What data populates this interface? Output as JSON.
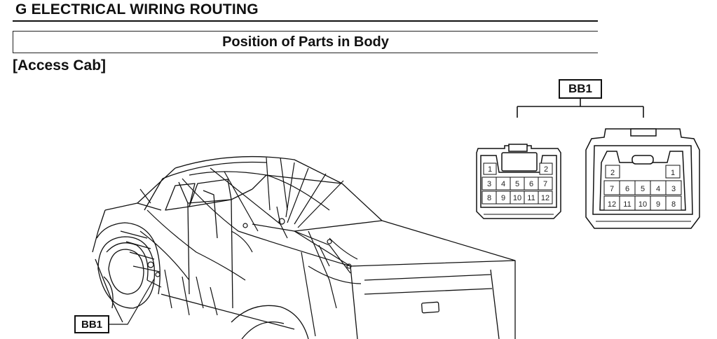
{
  "header": {
    "section_title": "G  ELECTRICAL WIRING ROUTING",
    "subtitle": "Position of Parts in Body",
    "cab_label": "[Access Cab]"
  },
  "connector": {
    "label": "BB1",
    "left_face_pins": {
      "row1": [
        "1",
        "2"
      ],
      "row2": [
        "3",
        "4",
        "5",
        "6",
        "7"
      ],
      "row3": [
        "8",
        "9",
        "10",
        "11",
        "12"
      ]
    },
    "right_face_pins": {
      "row1": [
        "2",
        "1"
      ],
      "row2": [
        "7",
        "6",
        "5",
        "4",
        "3"
      ],
      "row3": [
        "12",
        "11",
        "10",
        "9",
        "8"
      ]
    }
  },
  "vehicle": {
    "callout_label": "BB1"
  }
}
